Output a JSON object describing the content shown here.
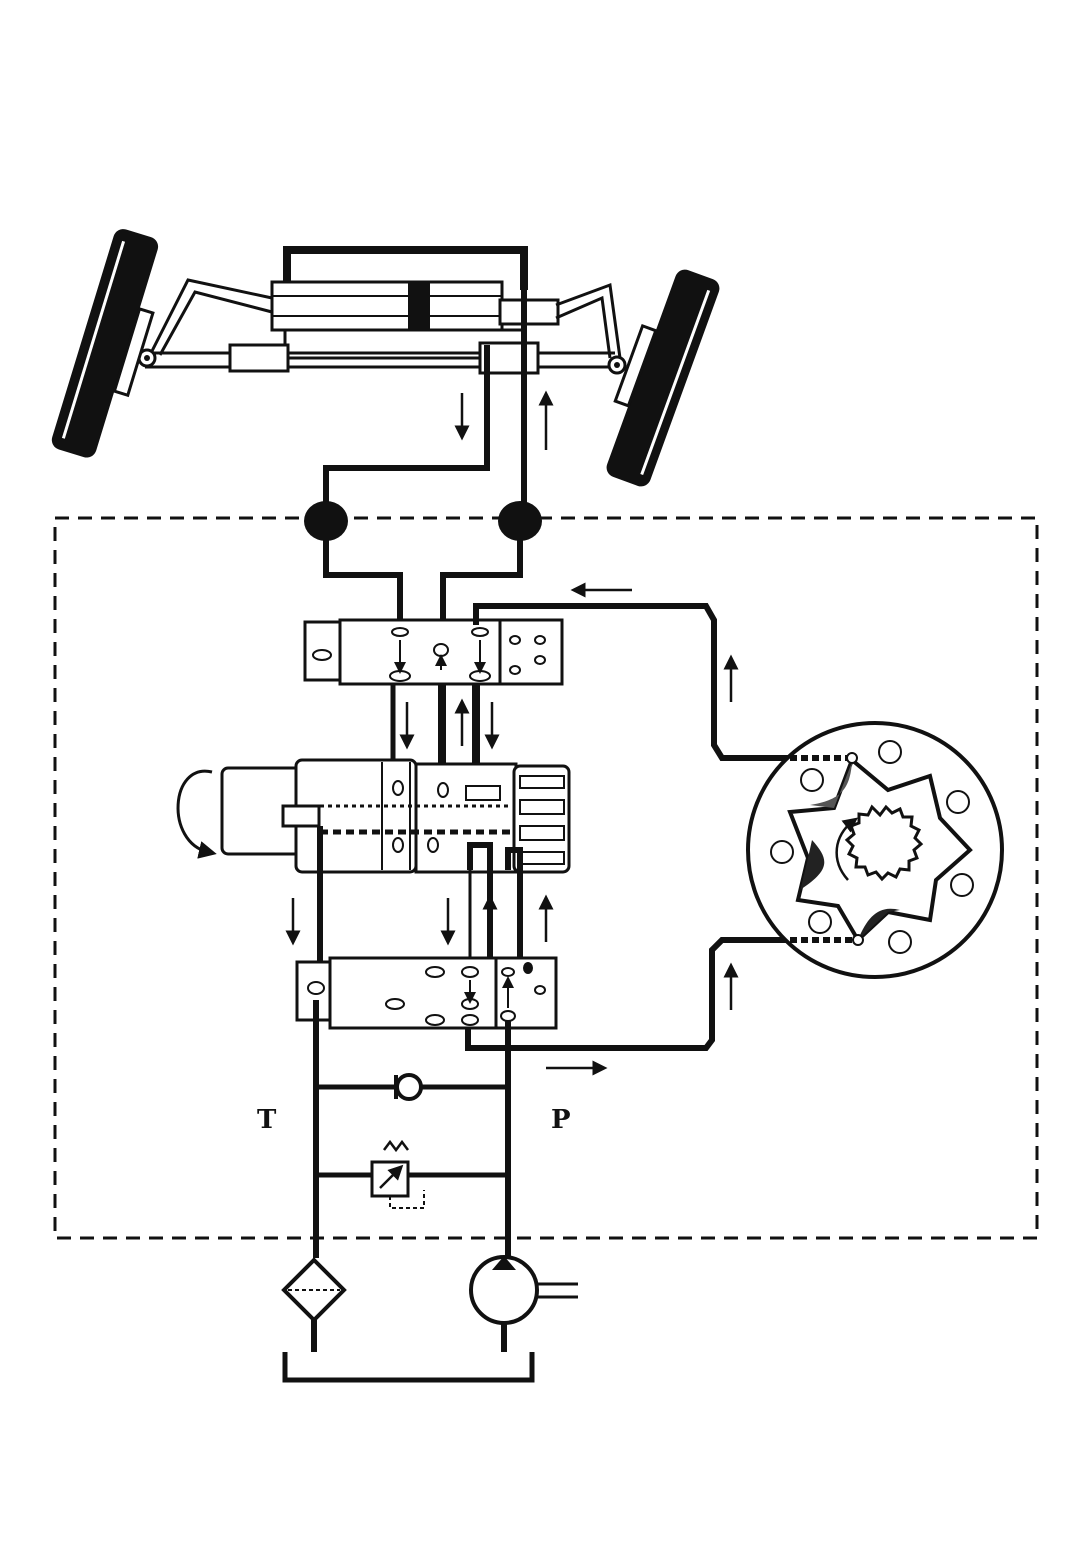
{
  "diagram": {
    "title": "",
    "labels": {
      "tank_port": "T",
      "pressure_port": "P"
    },
    "components": [
      "steering-cylinder-axle",
      "left-wheel",
      "right-wheel",
      "connector-fittings",
      "top-valve-block",
      "rotary-spool-valve",
      "bottom-valve-block",
      "gerotor-metering-unit",
      "check-valve",
      "relief-valve",
      "filter",
      "pump",
      "tank"
    ],
    "colors": {
      "line": "#111111",
      "background": "#ffffff",
      "fill_light": "#ffffff",
      "fill_dark": "#1a1a1a",
      "shade": "#777777"
    }
  }
}
